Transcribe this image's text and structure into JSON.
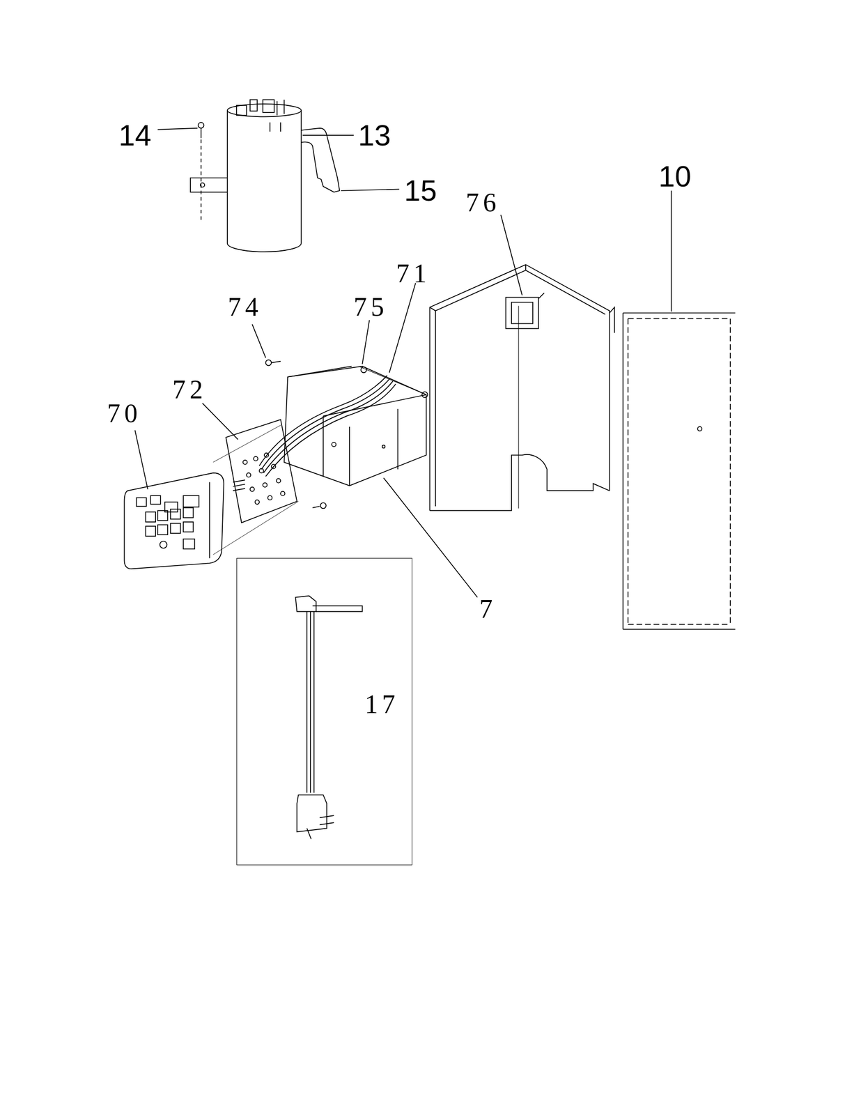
{
  "diagram": {
    "nodes": [
      {
        "text": [
          "17"
        ]
      }
    ],
    "labels": [
      "14",
      "13",
      "15",
      "76",
      "10",
      "71",
      "75",
      "74",
      "72",
      "70",
      "7"
    ]
  }
}
